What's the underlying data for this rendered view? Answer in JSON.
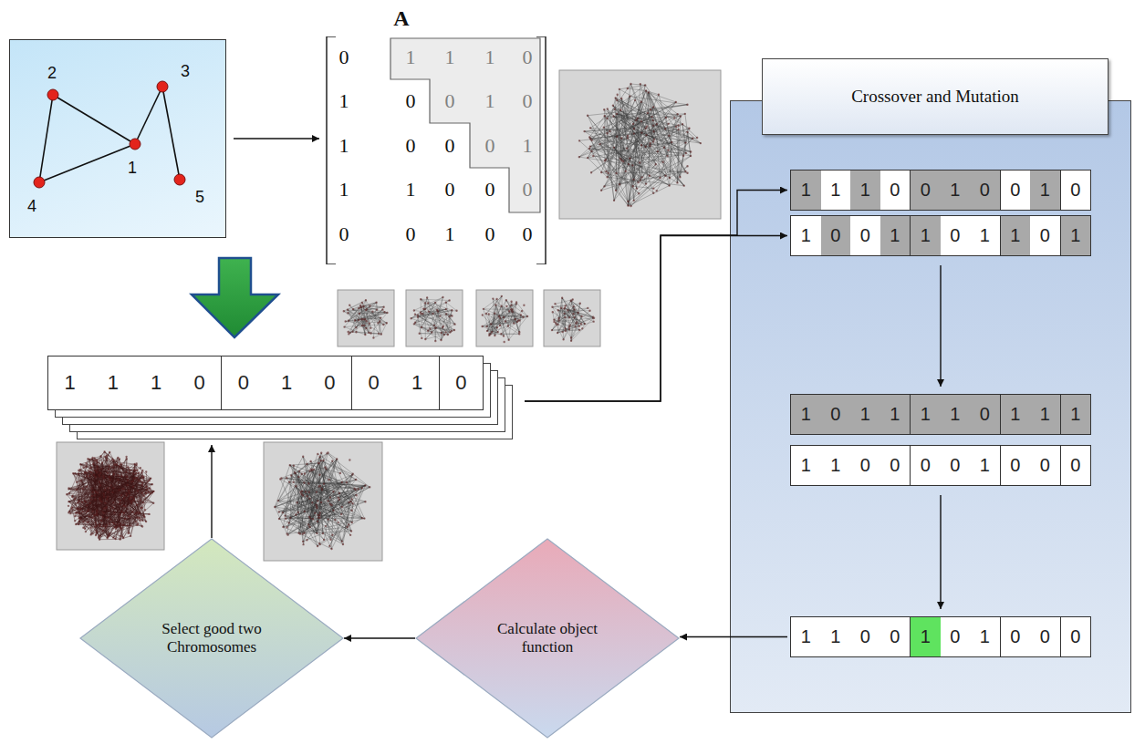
{
  "diagram": {
    "nodes": [
      {
        "text": [
          "2",
          "3",
          "1",
          "4",
          "5"
        ]
      },
      {
        "text": [
          "A",
          "0",
          "1",
          "1",
          "1",
          "0",
          "1",
          "0",
          "0",
          "1",
          "0",
          "1",
          "0",
          "0",
          "0",
          "1",
          "1",
          "1",
          "0",
          "0",
          "0",
          "0",
          "0",
          "1",
          "0",
          "0"
        ]
      },
      {
        "text": [
          "1",
          "1",
          "1",
          "0",
          "0",
          "1",
          "0",
          "0",
          "1",
          "0"
        ]
      },
      {
        "text": [
          "Crossover and Mutation"
        ]
      },
      {
        "text": [
          "1",
          "1",
          "1",
          "0",
          "0",
          "1",
          "0",
          "0",
          "1",
          "0"
        ],
        "in": 3
      },
      {
        "text": [
          "1",
          "0",
          "0",
          "1",
          "1",
          "0",
          "1",
          "1",
          "0",
          "1"
        ],
        "in": 3
      },
      {
        "text": [
          "1",
          "0",
          "1",
          "1",
          "1",
          "1",
          "0",
          "1",
          "1",
          "1"
        ],
        "in": 3
      },
      {
        "text": [
          "1",
          "1",
          "0",
          "0",
          "0",
          "0",
          "1",
          "0",
          "0",
          "0"
        ],
        "in": 3
      },
      {
        "text": [
          "1",
          "1",
          "0",
          "0",
          "1",
          "0",
          "1",
          "0",
          "0",
          "0"
        ],
        "in": 3
      },
      {
        "text": [
          "Calculate object function"
        ]
      },
      {
        "text": [
          "Select good two Chromosomes"
        ]
      }
    ],
    "edges": [
      {
        "from": 0,
        "to": 1,
        "arrow": "to"
      },
      {
        "from": 2,
        "to": 4,
        "arrow": "to"
      },
      {
        "from": 2,
        "to": 5,
        "arrow": "to"
      },
      {
        "from": 5,
        "to": 6,
        "arrow": "to"
      },
      {
        "from": 7,
        "to": 8,
        "arrow": "to"
      },
      {
        "from": 8,
        "to": 9,
        "arrow": "to"
      },
      {
        "from": 9,
        "to": 10,
        "arrow": "to"
      },
      {
        "from": 10,
        "to": 2,
        "arrow": "to"
      }
    ]
  }
}
